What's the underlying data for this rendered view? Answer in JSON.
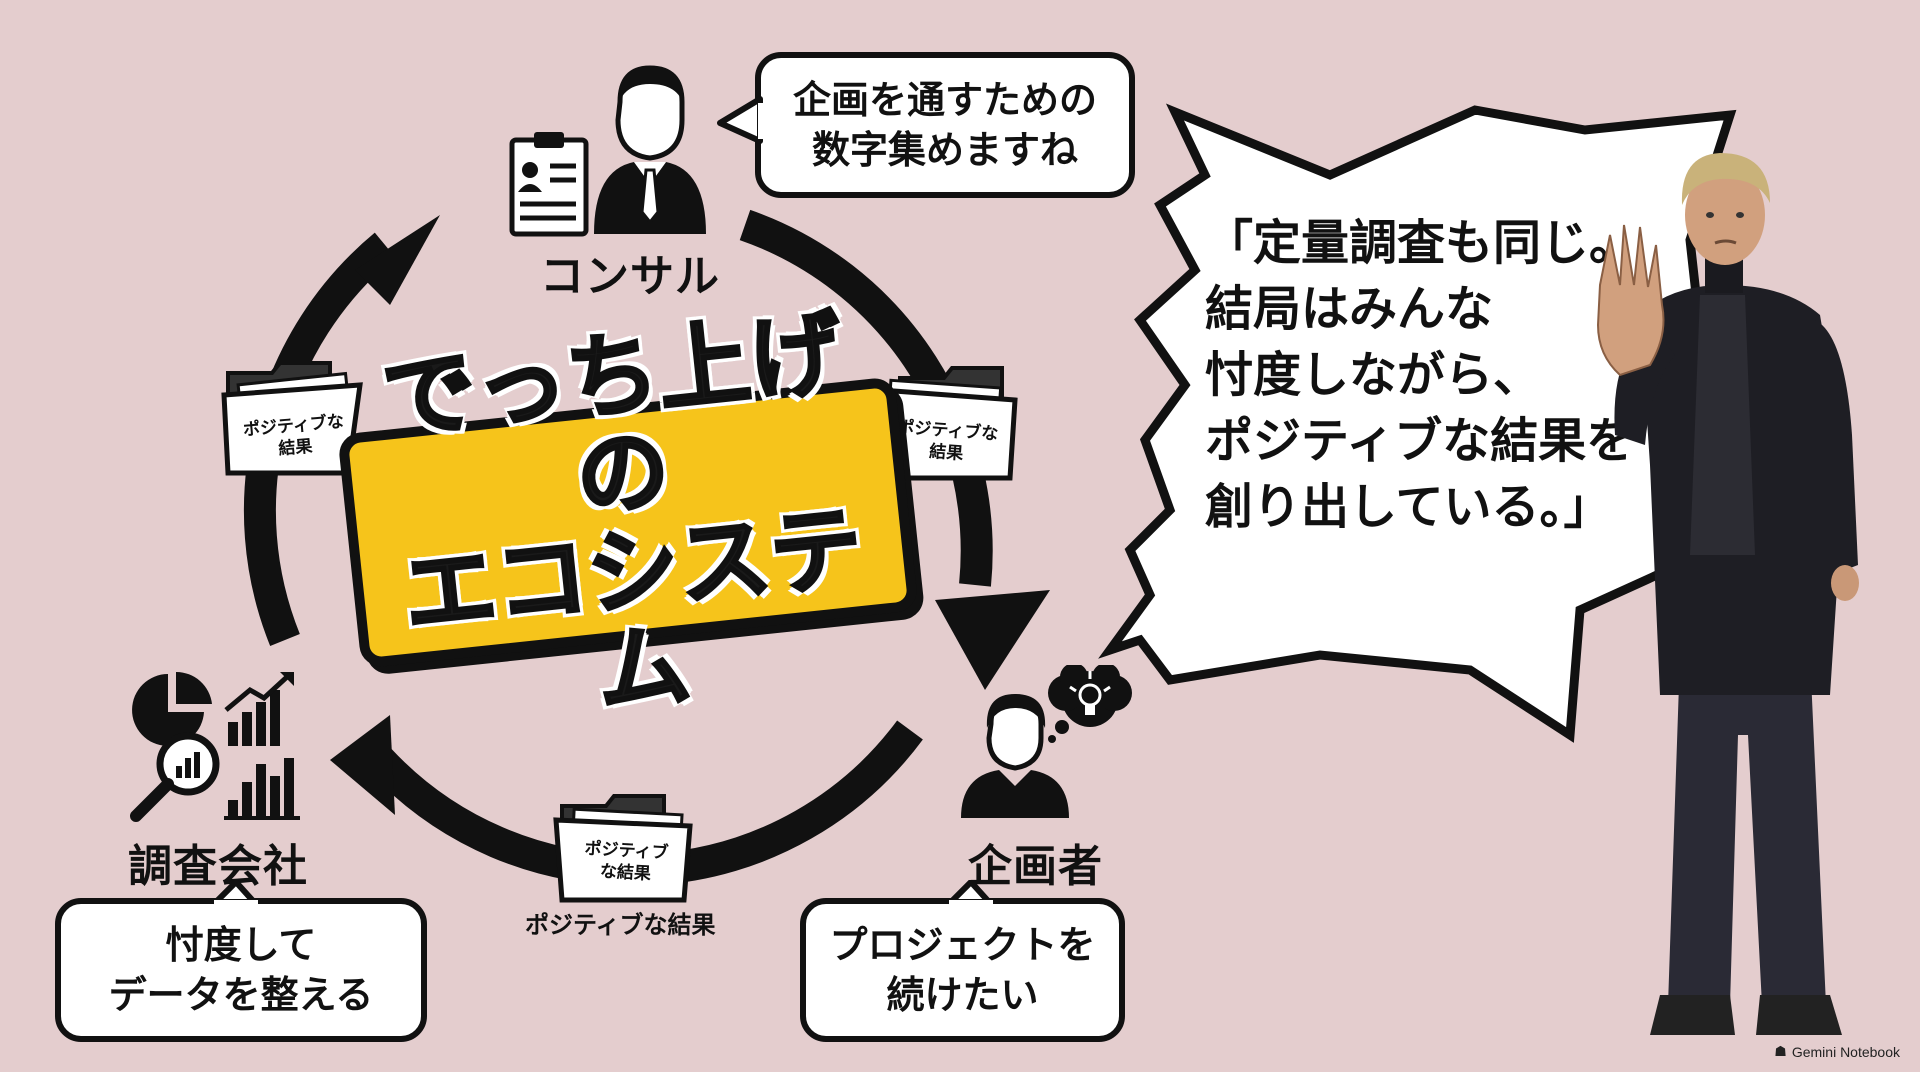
{
  "center_title": "でっち上げの\nエコシステム",
  "roles": {
    "consultant": {
      "label": "コンサル",
      "bubble": "企画を通すための\n数字集めますね"
    },
    "planner": {
      "label": "企画者",
      "bubble": "プロジェクトを\n続けたい"
    },
    "research_company": {
      "label": "調査会社",
      "bubble": "忖度して\nデータを整える"
    }
  },
  "flow": {
    "folder_label_right": "ポジティブな\n結果",
    "folder_label_left": "ポジティブな\n結果",
    "folder_label_bottom": "ポジティブ\nな結果",
    "bottom_caption": "ポジティブな結果"
  },
  "quote": "「定量調査も同じ。\n 結局はみんな\n 忖度しながら、\n ポジティブな結果を\n 創り出している。」",
  "watermark": "Gemini Notebook",
  "colors": {
    "background": "#e4cdce",
    "accent_yellow": "#f6c41b",
    "ink": "#111111"
  }
}
